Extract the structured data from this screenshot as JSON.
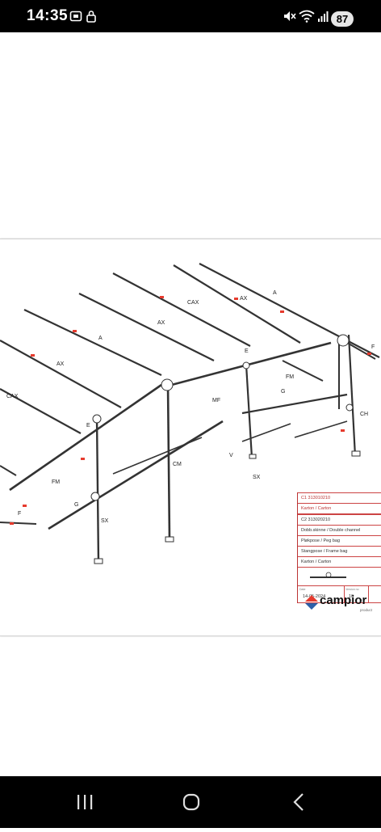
{
  "status_bar": {
    "time": "14:35",
    "battery": "87"
  },
  "diagram": {
    "labels": [
      "A",
      "AX",
      "CAX",
      "AX",
      "A",
      "AX",
      "CAX",
      "E",
      "F",
      "FM",
      "G",
      "CH",
      "MF",
      "E",
      "CM",
      "V",
      "SX",
      "FM",
      "G",
      "SX",
      "F"
    ]
  },
  "info_table": {
    "c1": "C1  313010210",
    "c1_sub": "Karton / Carton",
    "c2": "C2  313020210",
    "dobb": "Dobb.skinne / Double channel",
    "plek": "Pløkpose / Peg bag",
    "stang": "Stangpose / Frame bag",
    "karton2": "Karton / Carton",
    "date_label": "Date",
    "date": "14-05-2024",
    "version_label": "Version no",
    "version": "10"
  },
  "brand": {
    "name": "campior",
    "sub": "product"
  },
  "colors": {
    "accent_red": "#e63b2e",
    "accent_blue": "#2b5fa8",
    "table_border": "#cc4444"
  }
}
